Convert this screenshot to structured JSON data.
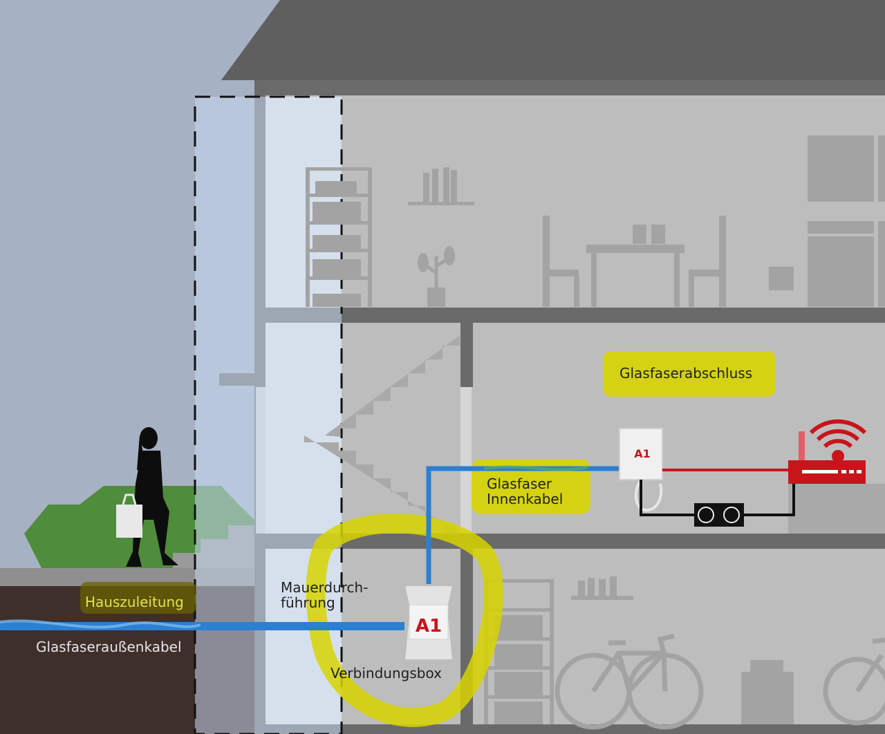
{
  "labels": {
    "hauszuleitung": "Hauszuleitung",
    "glasfaseraussenkabel": "Glasfaseraußenkabel",
    "mauerdurchfuehrung_1": "Mauerdurch-",
    "mauerdurchfuehrung_2": "führung",
    "verbindungsbox": "Verbindungsbox",
    "glasfaser_innenkabel_1": "Glasfaser",
    "glasfaser_innenkabel_2": "Innenkabel",
    "glasfaserabschluss": "Glasfaserabschluss"
  },
  "brand_logo_text": "A1",
  "colors": {
    "sky": "#a7b1c4",
    "roof": "#5f5f5f",
    "walls": "#bdbdbd",
    "earth": "#3f2f2b",
    "fiber": "#2d7fd0",
    "highlight": "#d7d400",
    "router": "#c8141b",
    "bush": "#4f8c3c"
  },
  "icons": [
    "woman-walking-icon",
    "router-wifi-icon",
    "socket-icon",
    "bicycle-icon",
    "plant-icon"
  ]
}
